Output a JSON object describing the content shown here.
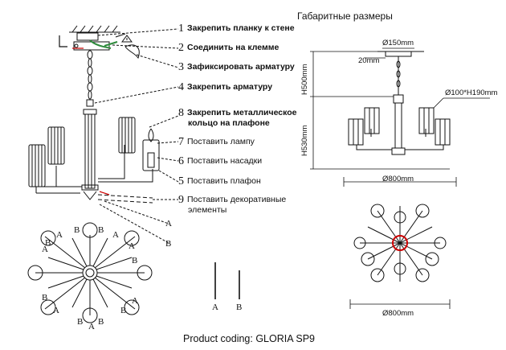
{
  "header": {
    "dimensions_title": "Габаритные размеры"
  },
  "steps": [
    {
      "num": "1",
      "text": "Закрепить планку к стене"
    },
    {
      "num": "2",
      "text": "Соединить на клемме"
    },
    {
      "num": "3",
      "text": "Зафиксировать арматуру"
    },
    {
      "num": "4",
      "text": "Закрепить арматуру"
    },
    {
      "num": "8",
      "text": "Закрепить металлическое",
      "text2": "кольцо на плафоне"
    },
    {
      "num": "7",
      "text": "Поставить лампу"
    },
    {
      "num": "6",
      "text": "Поставить насадки"
    },
    {
      "num": "5",
      "text": "Поставить плафон"
    },
    {
      "num": "9",
      "text": "Поставить декоративные",
      "text2": "элементы"
    }
  ],
  "dimensions": {
    "canopy": "Ø150mm",
    "offset": "20mm",
    "height_top": "H500mm",
    "height_body": "H530mm",
    "shade": "Ø100*H190mm",
    "width_side": "Ø800mm",
    "width_top": "Ø800mm"
  },
  "element_labels": {
    "a": "A",
    "b": "B"
  },
  "footer": {
    "product_coding": "Product coding: GLORIA SP9"
  },
  "colors": {
    "line": "#111111",
    "clamp": "#2e8b3c",
    "arrow": "#cc0000",
    "center_ring": "#cc0000"
  }
}
